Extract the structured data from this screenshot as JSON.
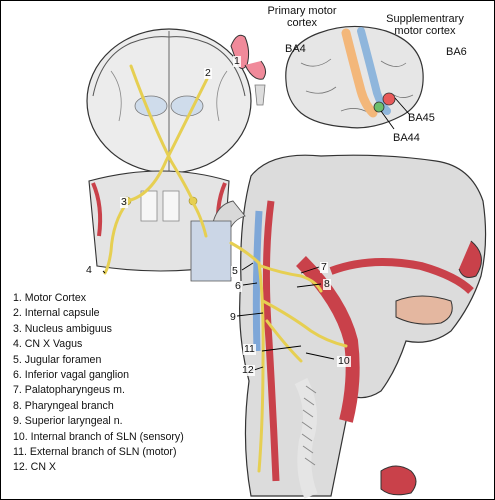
{
  "brain_labels": {
    "primary_motor_cortex": "Primary motor\ncortex",
    "ba4": "BA4",
    "supplementary_motor_cortex": "Supplementrary\nmotor cortex",
    "ba6": "BA6",
    "ba45": "BA45",
    "ba44": "BA44"
  },
  "numbers": [
    "1",
    "2",
    "3",
    "4",
    "5",
    "6",
    "7",
    "8",
    "9",
    "10",
    "11",
    "12"
  ],
  "legend": [
    "1. Motor Cortex",
    "2. Internal capsule",
    "3. Nucleus ambiguus",
    "4. CN X Vagus",
    "5. Jugular foramen",
    "6. Inferior vagal ganglion",
    "7. Palatopharyngeus m.",
    "8. Pharyngeal branch",
    "9. Superior laryngeal n.",
    "10. Internal branch of SLN (sensory)",
    "11. External branch of SLN (motor)",
    "12. CN X"
  ],
  "colors": {
    "nerve": "#e6cf52",
    "muscle": "#c9414a",
    "tissue": "#d9d9d9",
    "brain": "#e3e3e3",
    "primary_motor_strip": "#f3b77a",
    "supplementary_strip": "#8fb6dc",
    "broca_45": "#e85a5a",
    "broca_44": "#6cbf6c",
    "vessel_blue": "#7ea7d8"
  }
}
